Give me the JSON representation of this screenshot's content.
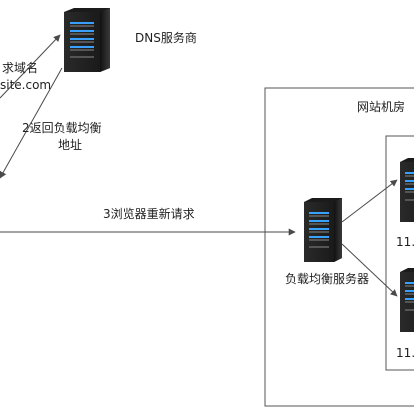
{
  "nodes": {
    "dns": {
      "label": "DNS服务商",
      "icon": "server-icon"
    },
    "load_balancer": {
      "label": "负载均衡服务器",
      "icon": "server-icon"
    },
    "server_top": {
      "label": "11…",
      "icon": "server-icon"
    },
    "server_bottom": {
      "label": "11…",
      "icon": "server-icon"
    }
  },
  "containers": {
    "machine_room": {
      "label": "网站机房"
    }
  },
  "edges": {
    "request_domain": {
      "line1": "求域名",
      "line2": "site.com"
    },
    "return_lb": {
      "line1": "2返回负载均衡",
      "line2": "地址"
    },
    "browser_rerequest": {
      "label": "3浏览器重新请求"
    }
  },
  "colors": {
    "line": "#4a4a4a",
    "server_body": "#2b2b2b",
    "server_led": "#3aa0ff"
  }
}
